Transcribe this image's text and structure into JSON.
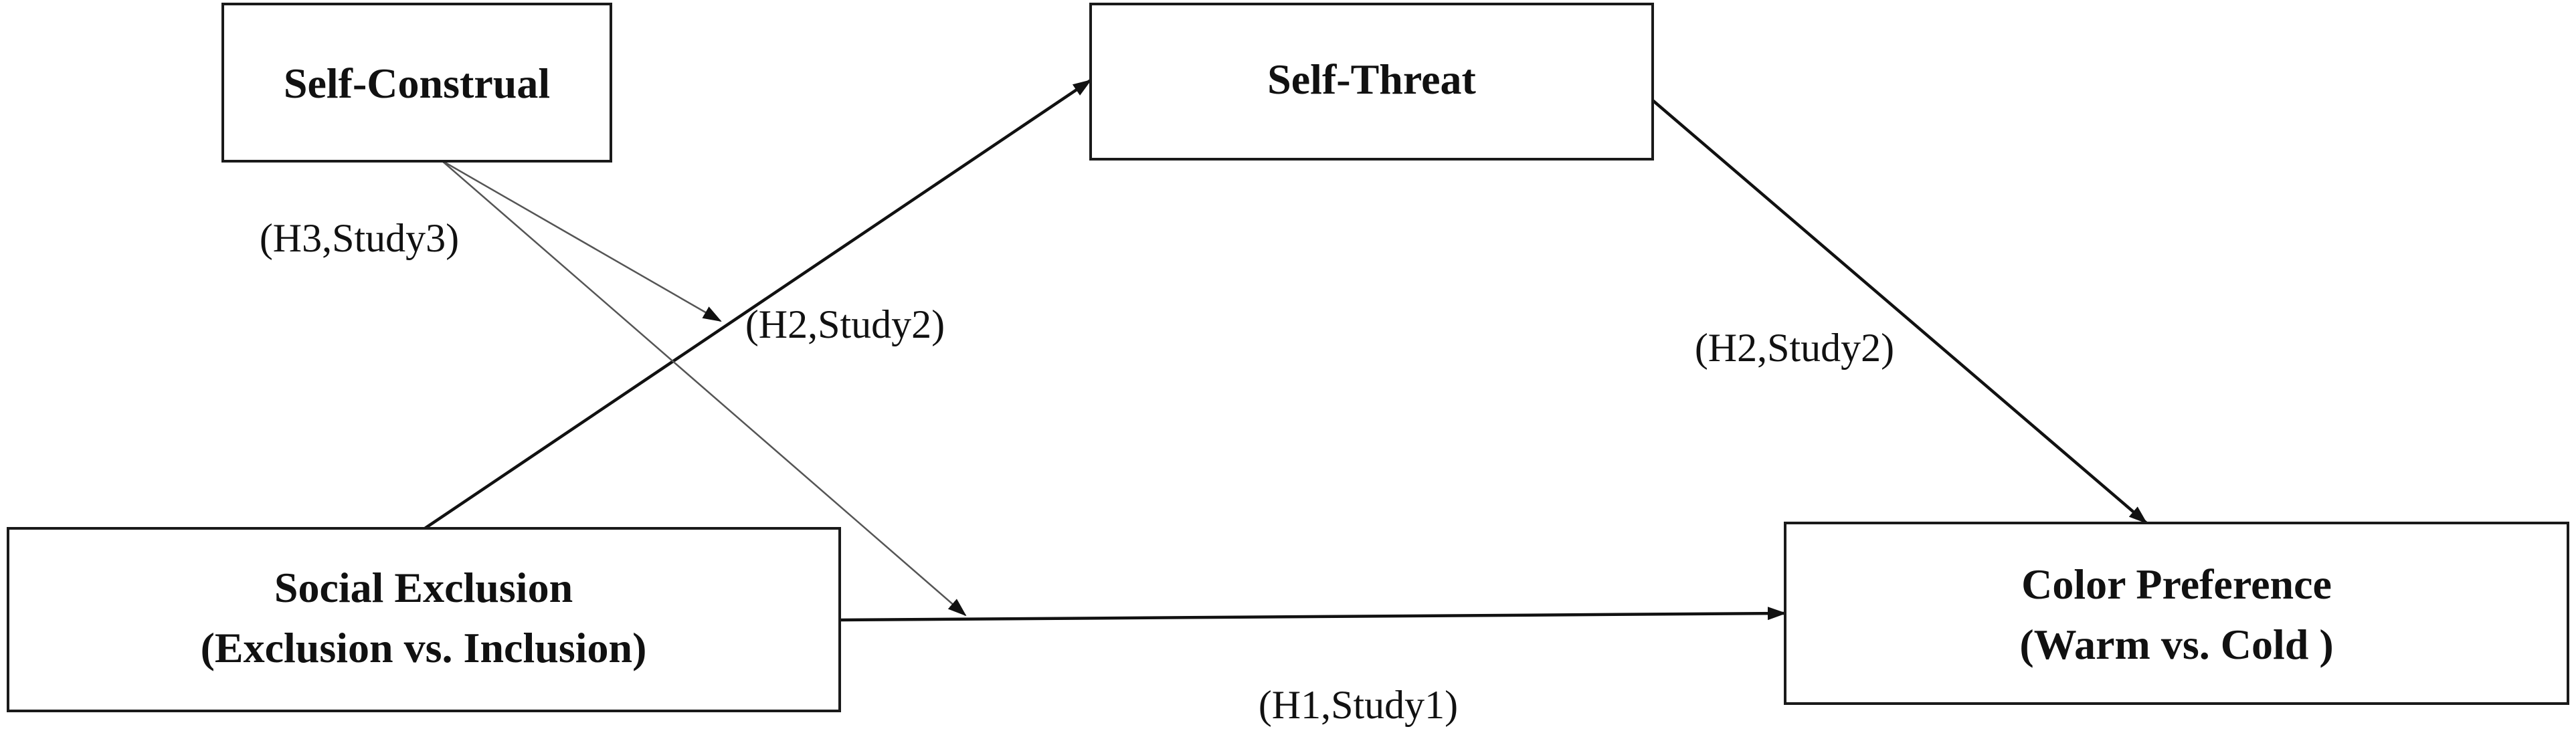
{
  "nodes": {
    "self_construal": {
      "lines": [
        "Self-Construal"
      ]
    },
    "self_threat": {
      "lines": [
        "Self-Threat"
      ]
    },
    "social_exclusion": {
      "lines": [
        "Social Exclusion",
        "(Exclusion vs. Inclusion)"
      ]
    },
    "color_preference": {
      "lines": [
        "Color Preference",
        "(Warm vs. Cold )"
      ]
    }
  },
  "edge_labels": {
    "h3": "(H3,Study3)",
    "h2_left": "(H2,Study2)",
    "h2_right": "(H2,Study2)",
    "h1": "(H1,Study1)"
  },
  "colors": {
    "stroke": "#111111",
    "moderator_stroke": "#555555",
    "background": "#ffffff"
  }
}
